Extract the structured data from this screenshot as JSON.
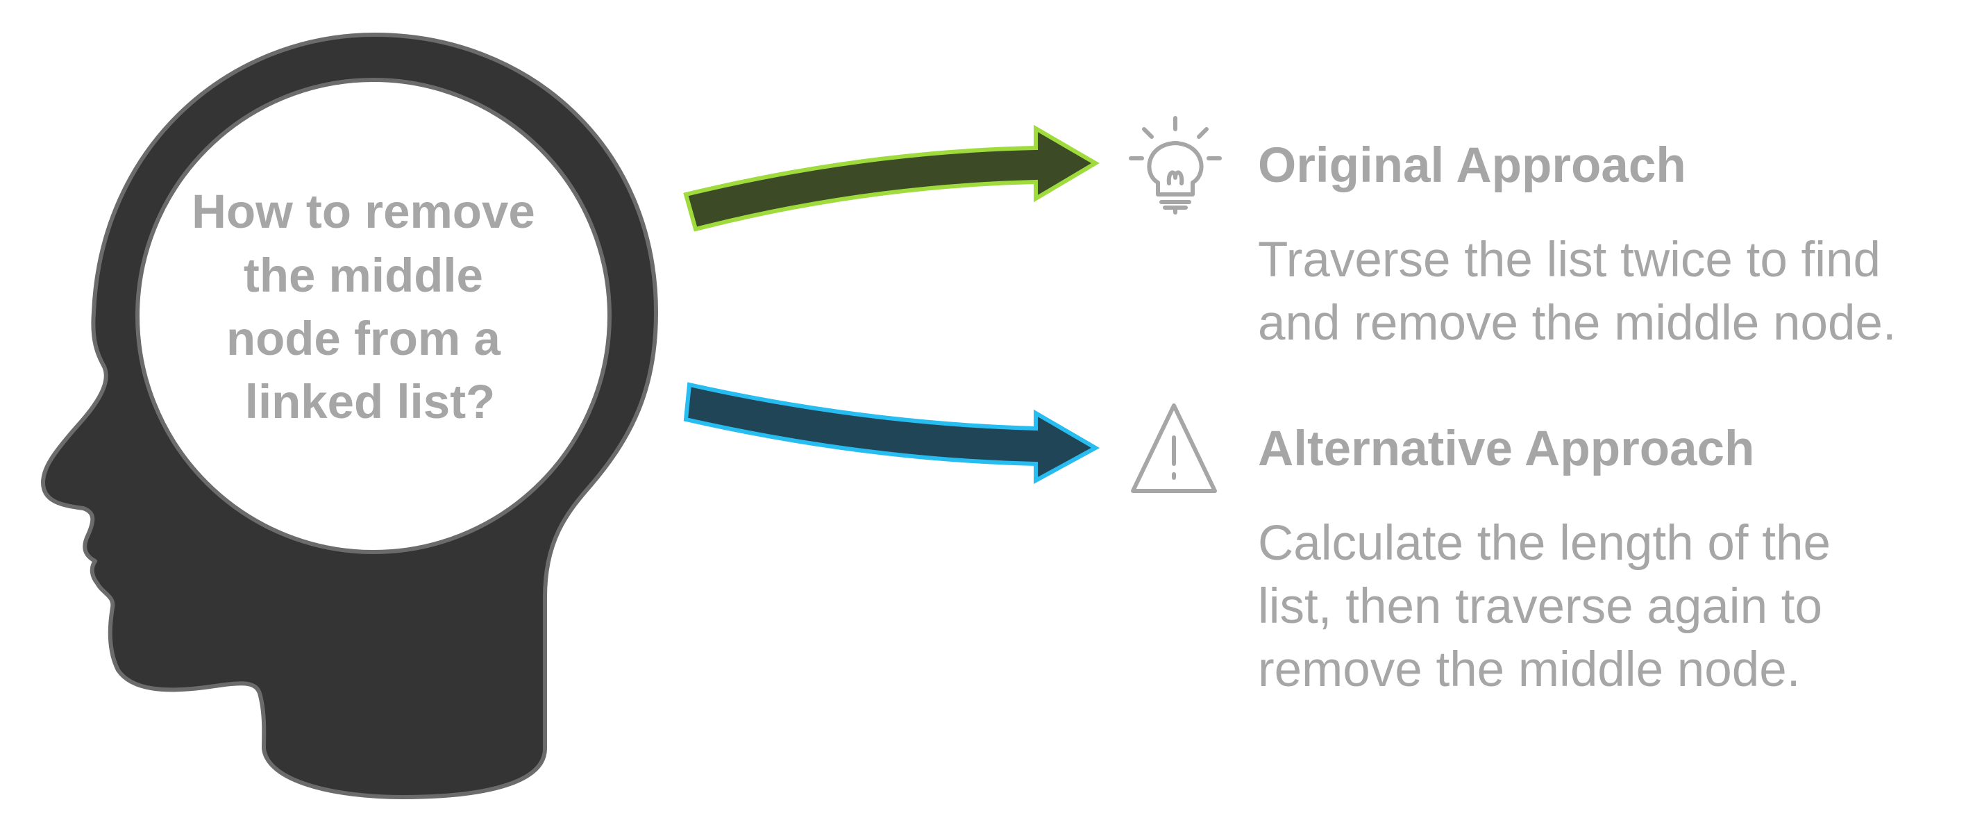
{
  "question": {
    "lines": [
      "How to remove",
      "the middle",
      "node from a",
      "linked list?"
    ]
  },
  "options": [
    {
      "icon": "lightbulb-icon",
      "title": "Original Approach",
      "description_lines": [
        "Traverse the list twice to find",
        "and remove the middle node."
      ],
      "arrow_fill": "#3d4a26",
      "arrow_stroke": "#9fdb3c"
    },
    {
      "icon": "warning-icon",
      "title": "Alternative Approach",
      "description_lines": [
        "Calculate the length of the",
        "list, then traverse again to",
        "remove the middle node."
      ],
      "arrow_fill": "#1f4557",
      "arrow_stroke": "#27bdf0"
    }
  ],
  "colors": {
    "head_fill": "#343434",
    "head_outline": "#6b6b6b",
    "text_gray": "#a6a6a6",
    "icon_gray": "#a6a6a6"
  }
}
